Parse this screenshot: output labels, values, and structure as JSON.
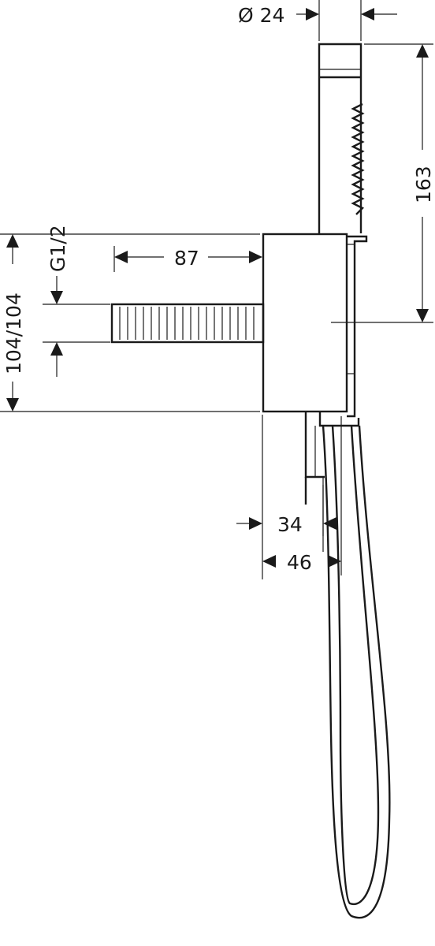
{
  "drawing": {
    "dimensions": {
      "diameter": "Ø 24",
      "shower_length": "163",
      "thread": "G1/2",
      "outlet_depth": "87",
      "mount_height": "104/104",
      "projection_inner": "34",
      "projection_outer": "46"
    },
    "colors": {
      "line": "#1a1a1a",
      "background": "#ffffff"
    }
  }
}
